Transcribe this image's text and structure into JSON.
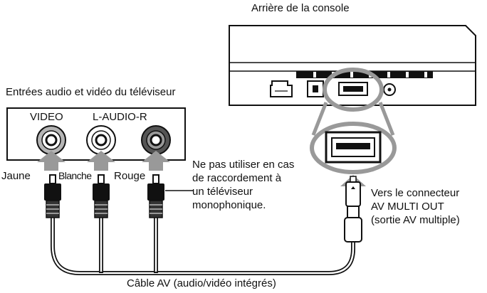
{
  "console_caption": "Arrière de la console",
  "tv_panel": {
    "caption": "Entrées audio et vidéo du téléviseur",
    "video_label": "VIDEO",
    "audio_label": "L-AUDIO-R"
  },
  "plugs": {
    "yellow": "Jaune",
    "white": "Blanche",
    "red": "Rouge"
  },
  "mono_note": [
    "Ne pas utiliser en cas",
    "de raccordement à",
    "un téléviseur",
    "monophonique."
  ],
  "connector_note": [
    "Vers le connecteur",
    "AV MULTI OUT",
    "(sortie AV multiple)"
  ],
  "cable_caption": "Câble AV (audio/vidéo intégrés)"
}
